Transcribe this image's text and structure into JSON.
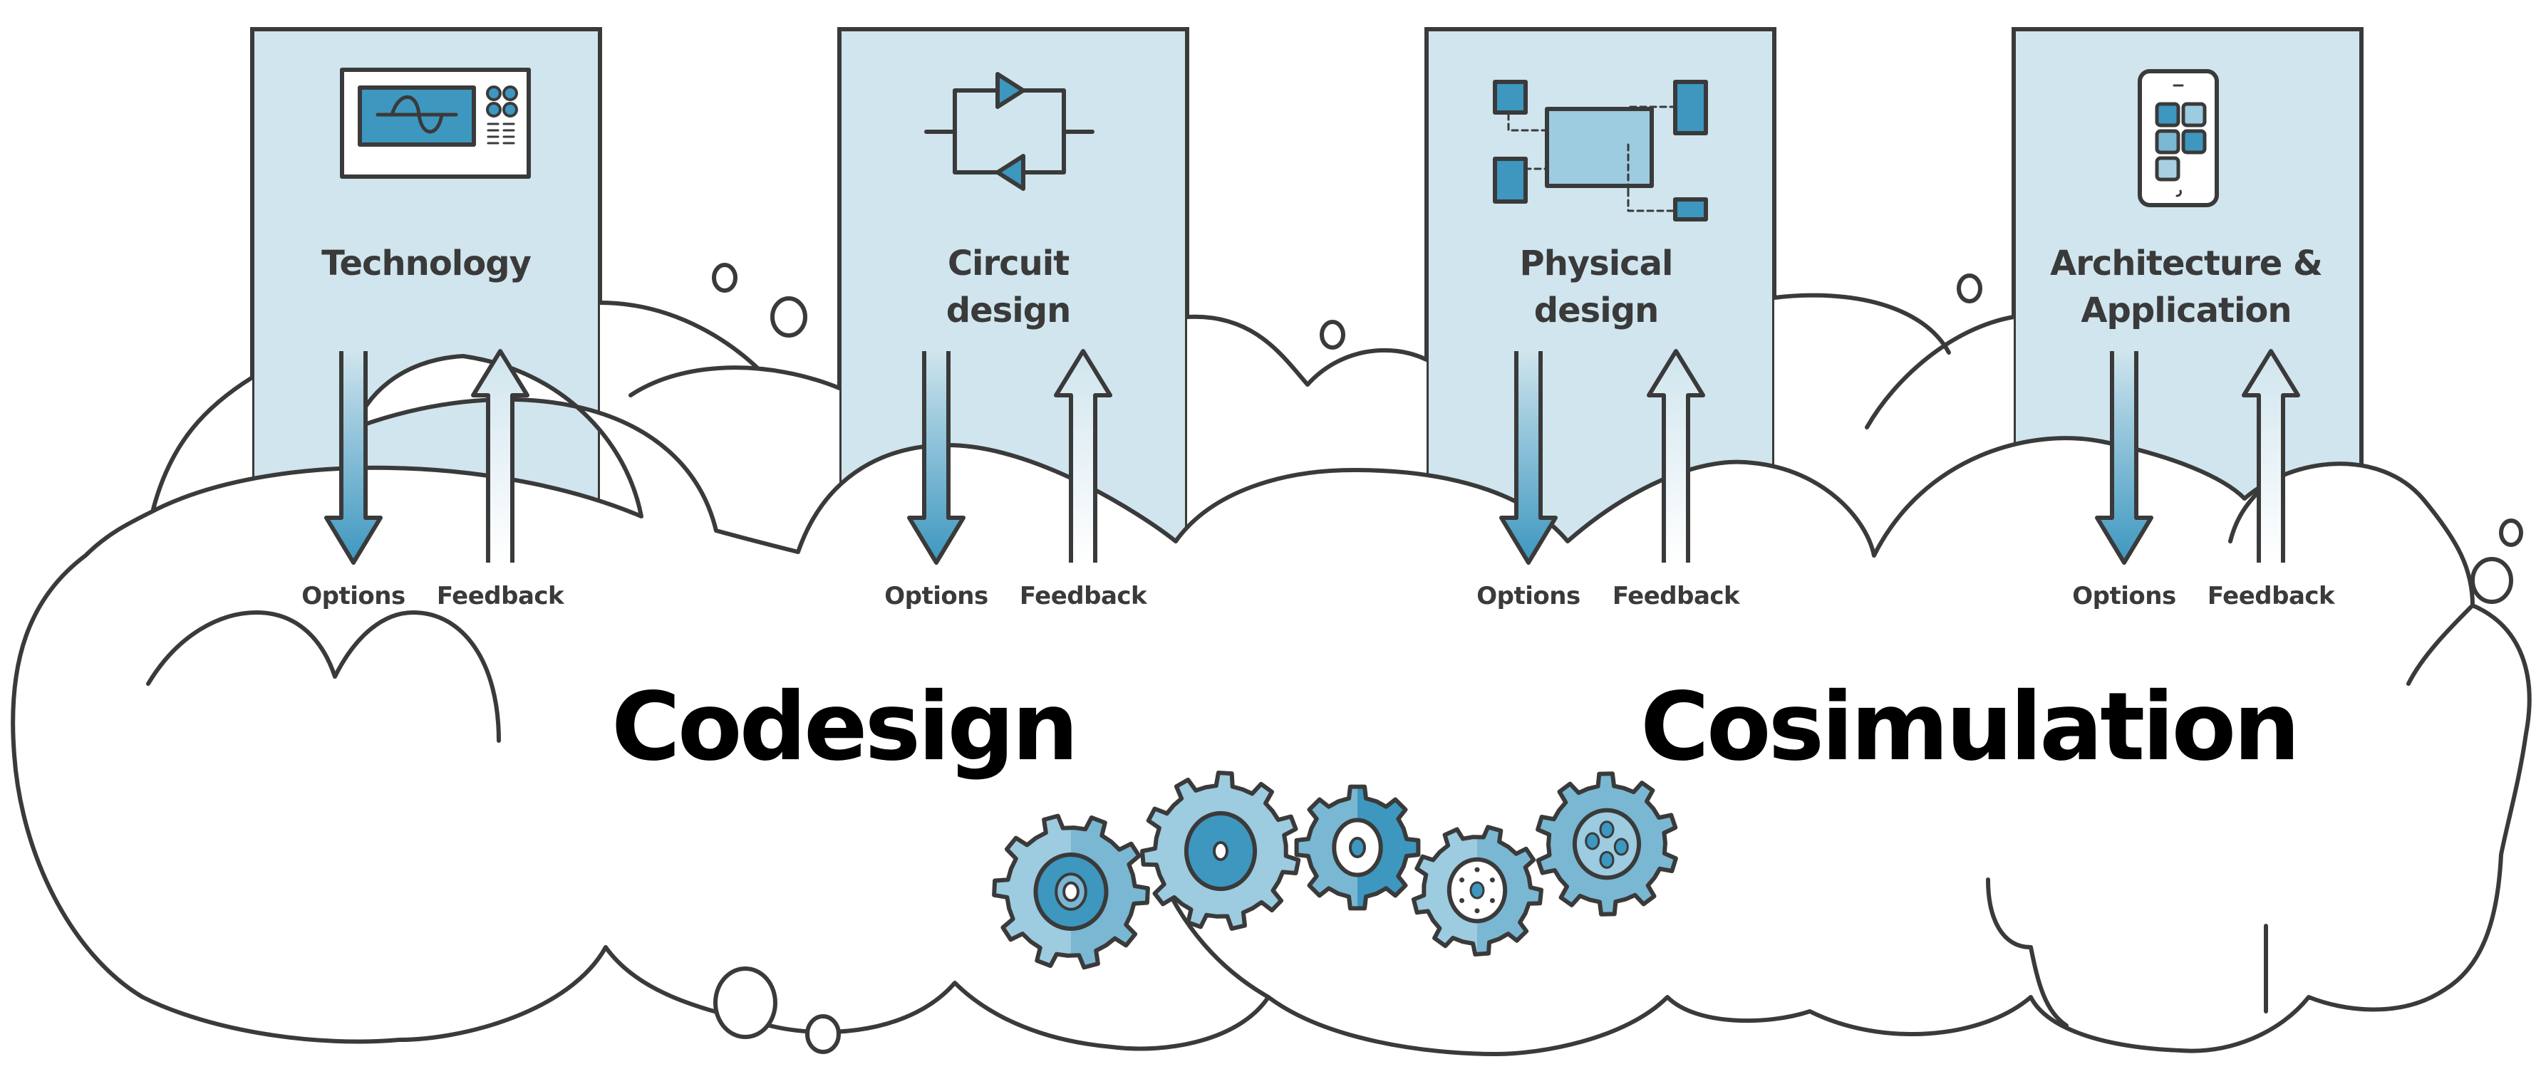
{
  "colors": {
    "outline": "#3a3a3a",
    "box_fill": "#d0e5ee",
    "accent_dark": "#3d97bf",
    "accent_mid": "#7ab7d3",
    "accent_light": "#9dcbe0",
    "cloud_fill": "#ffffff"
  },
  "stages": [
    {
      "title_lines": [
        "Technology"
      ],
      "icon": "oscilloscope-icon",
      "options_label": "Options",
      "feedback_label": "Feedback"
    },
    {
      "title_lines": [
        "Circuit",
        "design"
      ],
      "icon": "circuit-feedback-loop-icon",
      "options_label": "Options",
      "feedback_label": "Feedback"
    },
    {
      "title_lines": [
        "Physical",
        "design"
      ],
      "icon": "chip-floorplan-icon",
      "options_label": "Options",
      "feedback_label": "Feedback"
    },
    {
      "title_lines": [
        "Architecture &",
        "Application"
      ],
      "icon": "smartphone-apps-icon",
      "options_label": "Options",
      "feedback_label": "Feedback"
    }
  ],
  "cloud": {
    "left_title": "Codesign",
    "right_title": "Cosimulation"
  },
  "gears": [
    {
      "name": "gear-1",
      "teeth": 10,
      "hub": "double-ring"
    },
    {
      "name": "gear-2",
      "teeth": 11,
      "hub": "solid-with-hole"
    },
    {
      "name": "gear-3",
      "teeth": 8,
      "hub": "white-ring-dot"
    },
    {
      "name": "gear-4",
      "teeth": 9,
      "hub": "white-dotted"
    },
    {
      "name": "gear-5",
      "teeth": 10,
      "hub": "four-holes"
    }
  ]
}
